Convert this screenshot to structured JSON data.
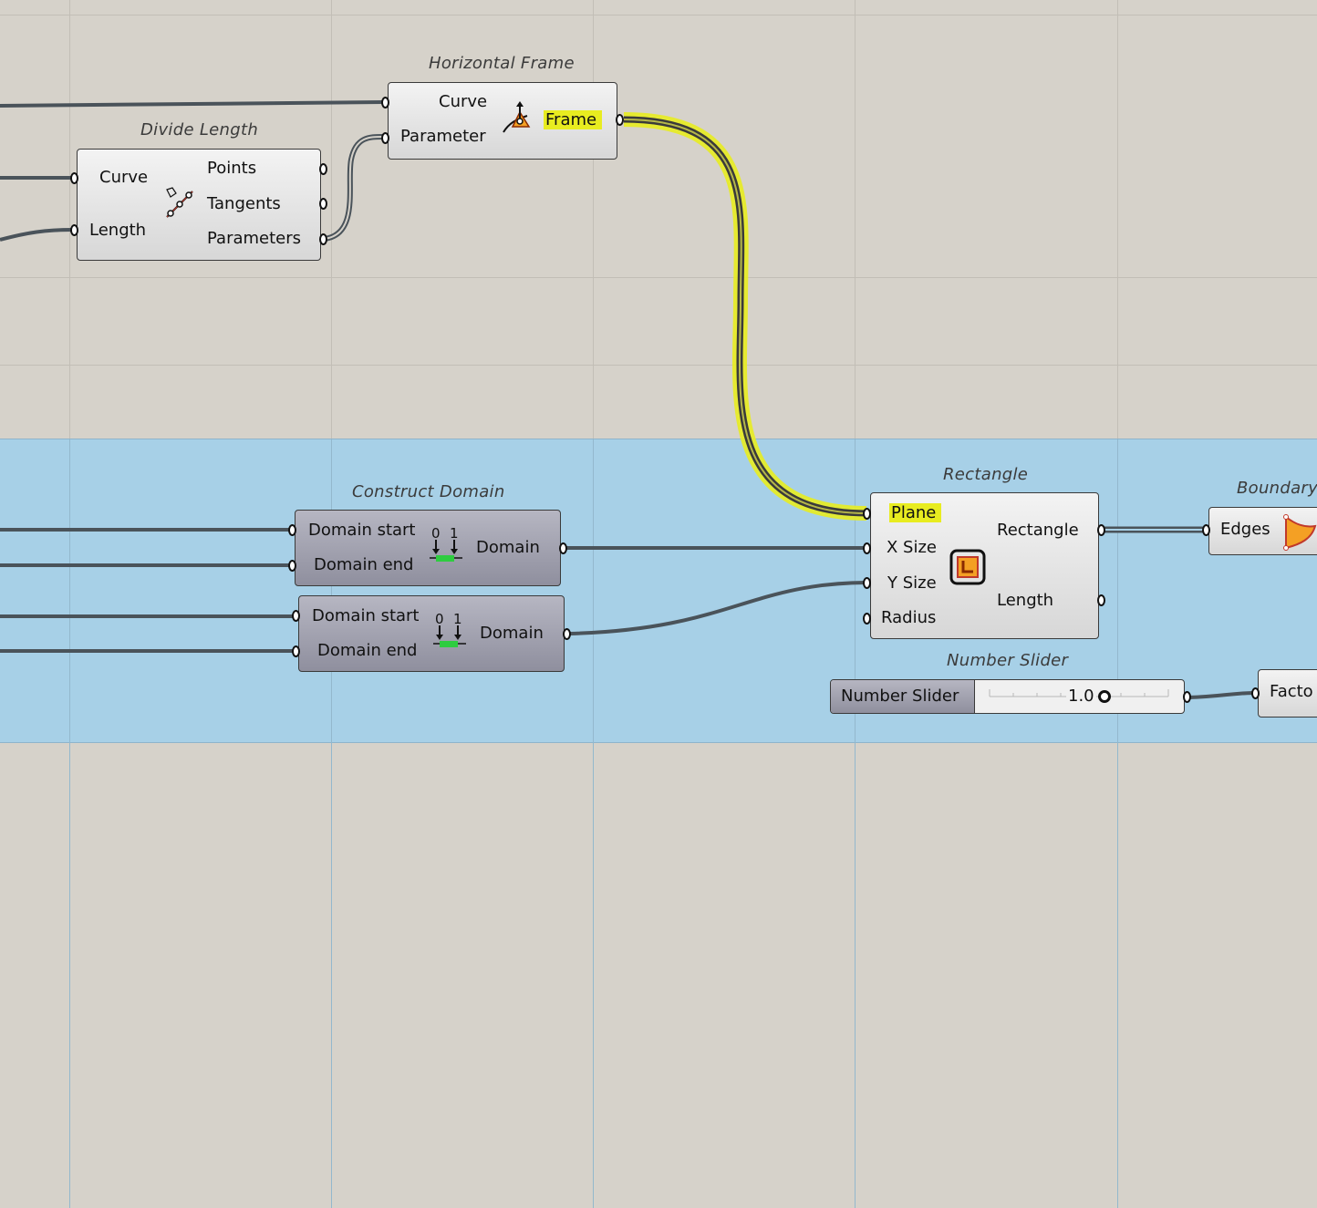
{
  "components": {
    "horizontal_frame": {
      "title": "Horizontal Frame",
      "inputs": [
        "Curve",
        "Parameter"
      ],
      "output": "Frame"
    },
    "divide_length": {
      "title": "Divide Length",
      "inputs": [
        "Curve",
        "Length"
      ],
      "outputs": [
        "Points",
        "Tangents",
        "Parameters"
      ]
    },
    "construct_domain_1": {
      "title": "Construct Domain",
      "inputs": [
        "Domain start",
        "Domain end"
      ],
      "output": "Domain",
      "icon_digits": [
        "0",
        "1"
      ]
    },
    "construct_domain_2": {
      "inputs": [
        "Domain start",
        "Domain end"
      ],
      "output": "Domain",
      "icon_digits": [
        "0",
        "1"
      ]
    },
    "rectangle": {
      "title": "Rectangle",
      "inputs": [
        "Plane",
        "X Size",
        "Y Size",
        "Radius"
      ],
      "outputs": [
        "Rectangle",
        "Length"
      ]
    },
    "boundary": {
      "title": "Boundary",
      "input": "Edges"
    },
    "number_slider": {
      "title": "Number Slider",
      "label": "Number Slider",
      "value": "1.0"
    },
    "factor_partial": {
      "label": "Facto"
    }
  },
  "colors": {
    "canvas": "#d6d2ca",
    "group": "#a7d0e7",
    "wire": "#4a535a",
    "highlight": "#e8ec20",
    "dark_component": "#9c9cab"
  }
}
